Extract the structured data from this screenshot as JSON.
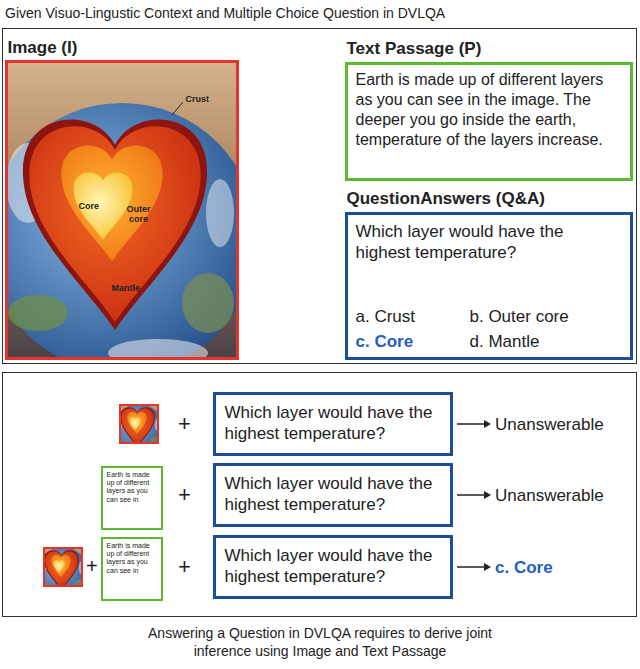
{
  "diagram": {
    "title": "Given Visuo-Lingustic Context and Multiple Choice Question in DVLQA",
    "caption": "Answering a Question in DVLQA requires to derive joint inference using Image and Text Passage",
    "nodes": [
      {
        "text": []
      },
      {
        "text": [
          "Image (I)",
          "Crust",
          "Core",
          "Outer core",
          "Mantle"
        ],
        "in": 0
      },
      {
        "text": [
          "Text Passage (P)",
          "Earth is made up of different layers as you can see in the image. The deeper you go inside the earth, temperature of the layers increase."
        ],
        "in": 0
      },
      {
        "text": [
          "QuestionAnswers (Q&A)",
          "Which layer would have the highest temperature?",
          "a. Crust",
          "b. Outer core",
          "c. Core",
          "d. Mantle"
        ],
        "in": 0
      },
      {
        "text": []
      },
      {
        "text": [
          "Which layer would have the highest temperature?"
        ],
        "in": 4
      },
      {
        "text": [
          "Earth is made up of different layers as you can see in"
        ],
        "in": 4
      },
      {
        "text": [
          "Which layer would have the highest temperature?"
        ],
        "in": 4
      },
      {
        "text": [
          "Earth is made up of different layers as you can see in"
        ],
        "in": 4
      },
      {
        "text": [
          "Which layer would have the highest temperature?"
        ],
        "in": 4
      }
    ],
    "labels": [
      "+",
      "Unanswerable",
      "+",
      "Unanswerable",
      "+",
      "+",
      "c. Core"
    ]
  }
}
